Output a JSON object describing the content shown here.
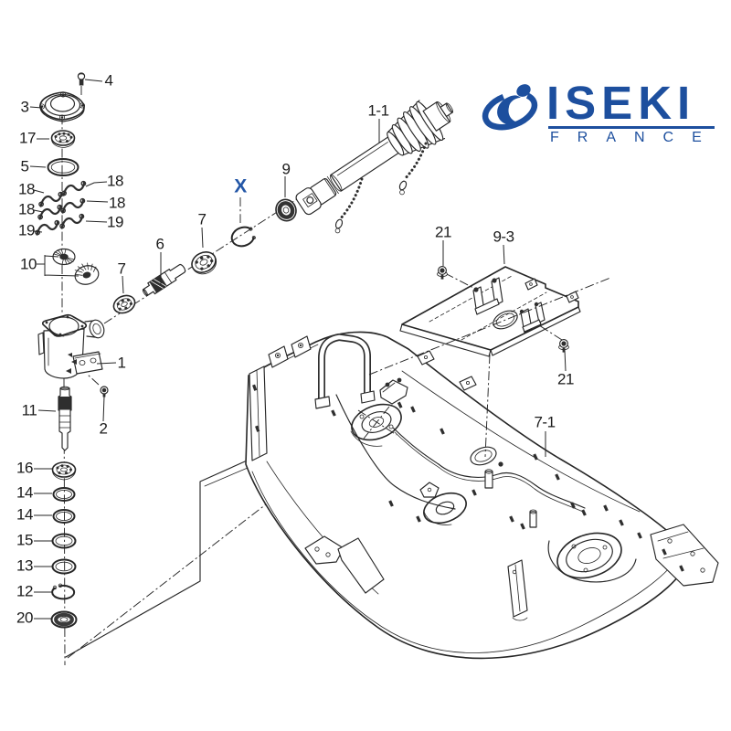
{
  "logo": {
    "brand": "ISEKI",
    "country": "FRANCE"
  },
  "colors": {
    "brand_blue": "#1d4f9e",
    "line_color": "#262626",
    "highlight_blue": "#2457a7",
    "background": "#ffffff"
  },
  "callouts": [
    {
      "text": "4"
    },
    {
      "text": "3"
    },
    {
      "text": "17"
    },
    {
      "text": "5"
    },
    {
      "text": "18"
    },
    {
      "text": "18"
    },
    {
      "text": "18"
    },
    {
      "text": "18"
    },
    {
      "text": "19"
    },
    {
      "text": "19"
    },
    {
      "text": "10"
    },
    {
      "text": "7"
    },
    {
      "text": "1"
    },
    {
      "text": "2"
    },
    {
      "text": "11"
    },
    {
      "text": "16"
    },
    {
      "text": "14"
    },
    {
      "text": "14"
    },
    {
      "text": "15"
    },
    {
      "text": "13"
    },
    {
      "text": "12"
    },
    {
      "text": "20"
    },
    {
      "text": "6"
    },
    {
      "text": "7"
    },
    {
      "text": "X",
      "highlight": true
    },
    {
      "text": "9"
    },
    {
      "text": "1-1"
    },
    {
      "text": "21"
    },
    {
      "text": "9-3"
    },
    {
      "text": "21"
    },
    {
      "text": "7-1"
    }
  ]
}
